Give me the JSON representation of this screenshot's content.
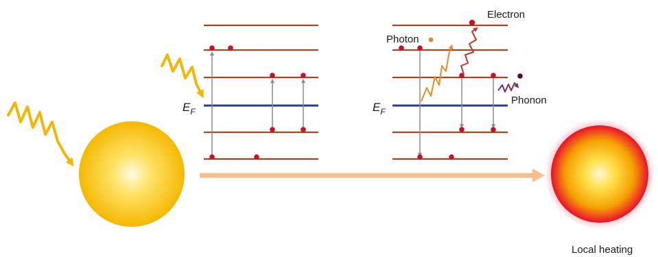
{
  "labels": {
    "fermi_symbol": "E",
    "fermi_subscript": "F",
    "photon": "Photon",
    "electron": "Electron",
    "phonon": "Phonon",
    "local_heating": "Local heating"
  },
  "colors": {
    "energy_level": "#a0461e",
    "fermi_level": "#2b3a8c",
    "electron_dot": "#c8102e",
    "transition_arrow": "#8c8c8c",
    "incoming_light": "#f2b705",
    "photon_wave": "#e8892a",
    "electron_wave": "#c0392b",
    "phonon_wave": "#7b2f5a",
    "process_arrow": "#f5c08e",
    "particle_gold": "#f5c000",
    "particle_hot_edge": "#e8102a"
  }
}
